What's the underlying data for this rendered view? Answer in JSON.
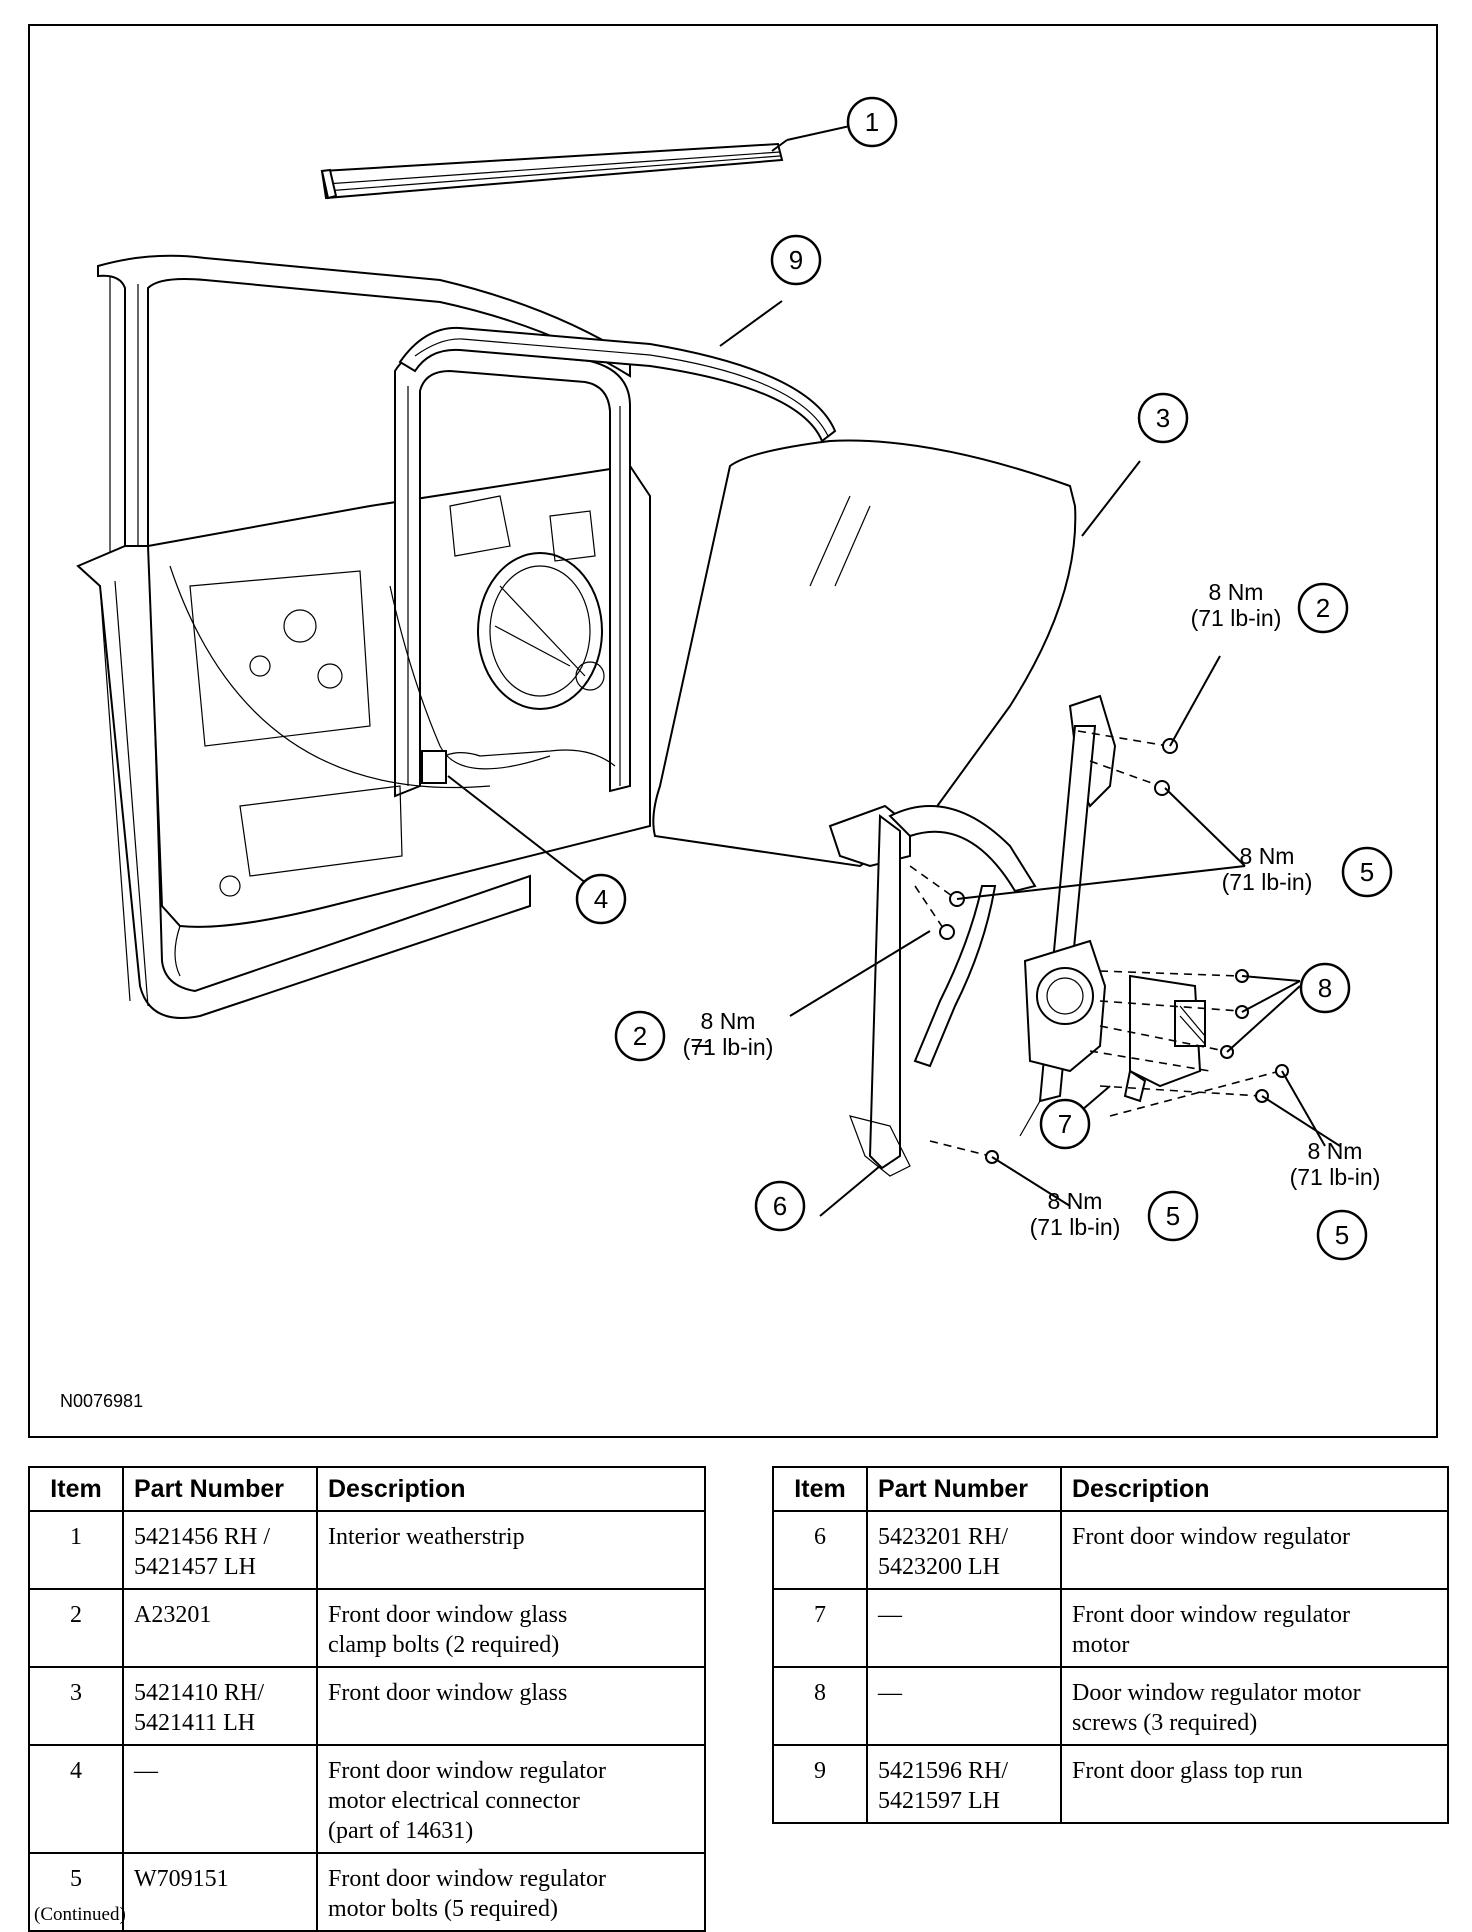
{
  "figure": {
    "id": "N0076981",
    "callouts": [
      "1",
      "2",
      "3",
      "4",
      "5",
      "6",
      "7",
      "8",
      "9"
    ],
    "torque_primary": "8 Nm",
    "torque_secondary": "(71 lb-in)"
  },
  "table_left": {
    "headers": [
      "Item",
      "Part Number",
      "Description"
    ],
    "rows": [
      {
        "item": "1",
        "part": [
          "5421456 RH /",
          "5421457 LH"
        ],
        "desc": [
          "Interior weatherstrip"
        ]
      },
      {
        "item": "2",
        "part": [
          "A23201"
        ],
        "desc": [
          "Front door window glass",
          "clamp bolts (2 required)"
        ]
      },
      {
        "item": "3",
        "part": [
          "5421410 RH/",
          "5421411 LH"
        ],
        "desc": [
          "Front door window glass"
        ]
      },
      {
        "item": "4",
        "part": [
          "—"
        ],
        "desc": [
          "Front door window regulator",
          "motor electrical connector",
          "(part of 14631)"
        ]
      },
      {
        "item": "5",
        "part": [
          "W709151"
        ],
        "desc": [
          "Front door window regulator",
          "motor bolts (5 required)"
        ]
      }
    ]
  },
  "table_right": {
    "headers": [
      "Item",
      "Part Number",
      "Description"
    ],
    "rows": [
      {
        "item": "6",
        "part": [
          "5423201 RH/",
          "5423200 LH"
        ],
        "desc": [
          "Front door window regulator"
        ]
      },
      {
        "item": "7",
        "part": [
          "—"
        ],
        "desc": [
          "Front door window regulator",
          "motor"
        ]
      },
      {
        "item": "8",
        "part": [
          "—"
        ],
        "desc": [
          "Door window regulator motor",
          "screws (3 required)"
        ]
      },
      {
        "item": "9",
        "part": [
          "5421596 RH/",
          "5421597 LH"
        ],
        "desc": [
          "Front door glass top run"
        ]
      }
    ]
  },
  "footer": {
    "continued": "(Continued)"
  }
}
